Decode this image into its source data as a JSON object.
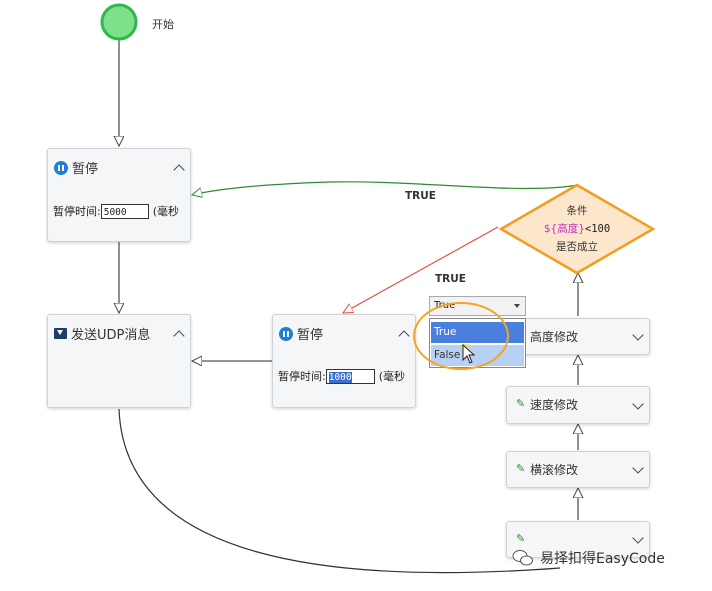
{
  "start": {
    "label": "开始"
  },
  "pause_node_1": {
    "title": "暂停",
    "field_label": "暂停时间:",
    "field_value": "5000",
    "unit": "(毫秒"
  },
  "udp_node": {
    "title": "发送UDP消息"
  },
  "pause_node_2": {
    "title": "暂停",
    "field_label": "暂停时间:",
    "field_value": "1000",
    "unit": "(毫秒"
  },
  "condition": {
    "line1": "条件",
    "expr_var": "${高度}",
    "expr_op": "<100",
    "line3": "是否成立"
  },
  "edge_labels": {
    "true_top": "TRUE",
    "true_mid": "TRUE"
  },
  "dropdown": {
    "selected": "True",
    "options": [
      "True",
      "False"
    ]
  },
  "modify_nodes": [
    {
      "label": "高度修改"
    },
    {
      "label": "速度修改"
    },
    {
      "label": "横滚修改"
    },
    {
      "label": ""
    }
  ],
  "watermark": {
    "text": "易择扣得EasyCode"
  },
  "colors": {
    "true_edge": "#2e8b2e",
    "false_edge": "#e0483a",
    "diamond_fill": "#fde7cc",
    "diamond_border": "#f39c1f",
    "start_fill": "#7ee08a",
    "start_ring": "#2cb84a",
    "var_color": "#c233c2"
  }
}
